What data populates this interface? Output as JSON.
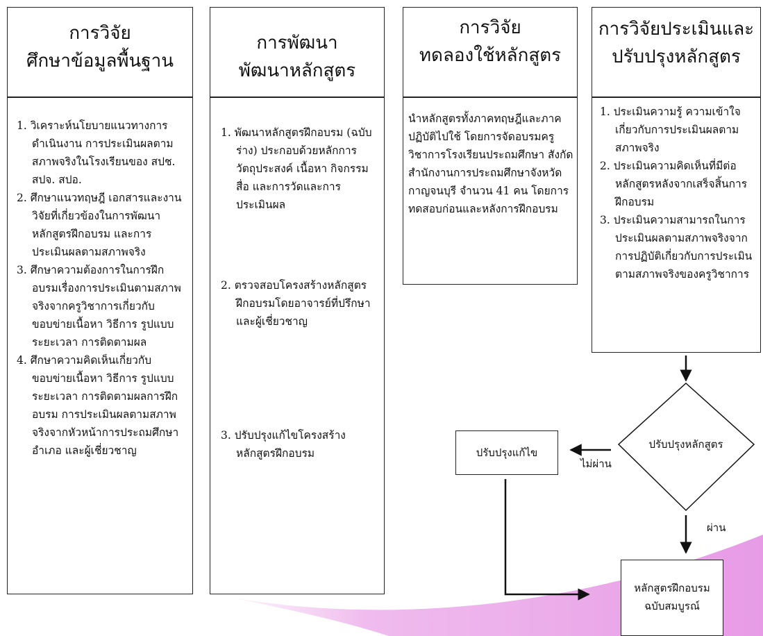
{
  "columns": [
    {
      "title": [
        "การวิจัย",
        "ศึกษาข้อมูลพื้นฐาน"
      ],
      "items": [
        "1. วิเคราะห์นโยบายแนวทางการดำเนินงาน การประเมินผลตามสภาพจริงในโรงเรียนของ สปช. สปจ. สปอ.",
        "2. ศึกษาแนวทฤษฎี เอกสารและงานวิจัยที่เกี่ยวข้องในการพัฒนาหลักสูตรฝึกอบรม และการประเมินผลตามสภาพจริง",
        "3. ศึกษาความต้องการในการฝึกอบรมเรื่องการประเมินตามสภาพจริงจากครูวิชาการเกี่ยวกับขอบข่ายเนื้อหา วิธีการ รูปแบบ ระยะเวลา การติดตามผล",
        "4. ศึกษาความคิดเห็นเกี่ยวกับขอบข่ายเนื้อหา วิธีการ รูปแบบ ระยะเวลา การติดตามผลการฝึกอบรม การประเมินผลตามสภาพจริงจากหัวหน้าการประถมศึกษาอำเภอ และผู้เชี่ยวชาญ"
      ]
    },
    {
      "title": [
        "การพัฒนา",
        "พัฒนาหลักสูตร"
      ],
      "items": [
        "1. พัฒนาหลักสูตรฝึกอบรม (ฉบับร่าง) ประกอบด้วยหลักการ วัตถุประสงค์ เนื้อหา กิจกรรม สื่อ และการวัดและการประเมินผล",
        "2. ตรวจสอบโครงสร้างหลักสูตรฝึกอบรมโดยอาจารย์ที่ปรึกษา และผู้เชี่ยวชาญ",
        "3. ปรับปรุงแก้ไขโครงสร้างหลักสูตรฝึกอบรม"
      ]
    },
    {
      "title": [
        "การวิจัย",
        "ทดลองใช้หลักสูตร"
      ],
      "text": "นำหลักสูตรทั้งภาคทฤษฎีและภาคปฏิบัติไปใช้ โดยการจัดอบรมครูวิชาการโรงเรียนประถมศึกษา สังกัดสำนักงานการประถมศึกษาจังหวัดกาญจนบุรี จำนวน 41 คน โดยการทดสอบก่อนและหลังการฝึกอบรม"
    },
    {
      "title": [
        "การวิจัยประเมินและ",
        "ปรับปรุงหลักสูตร"
      ],
      "items": [
        "1. ประเมินความรู้ ความเข้าใจเกี่ยวกับการประเมินผลตามสภาพจริง",
        "2. ประเมินความคิดเห็นที่มีต่อหลักสูตรหลังจากเสร็จสิ้นการฝึกอบรม",
        "3. ประเมินความสามารถในการประเมินผลตามสภาพจริงจากการปฏิบัติเกี่ยวกับการประเมินตามสภาพจริงของครูวิชาการ"
      ]
    }
  ],
  "flow": {
    "decision": "ปรับปรุงหลักสูตร",
    "revise": "ปรับปรุงแก้ไข",
    "fail_label": "ไม่ผ่าน",
    "pass_label": "ผ่าน",
    "final": [
      "หลักสูตรฝึกอบรม",
      "ฉบับสมบูรณ์"
    ]
  }
}
